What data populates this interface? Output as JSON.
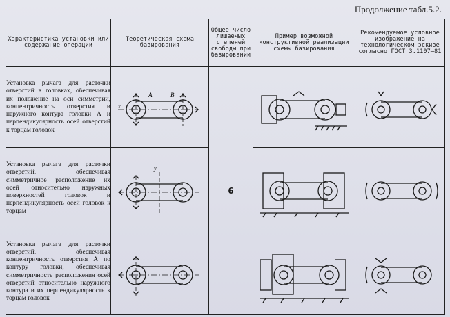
{
  "continuation_label": "Продолжение табл.5.2.",
  "headers": {
    "col1": "Характеристика установки или содержание операции",
    "col2": "Теоретическая схема базирования",
    "col3": "Общее число лишаемых степеней свободы при базировании",
    "col4": "Пример возможной конструктивной реализации схемы базирования",
    "col5": "Рекомендуемое условное изображение на технологическом эскизе согласно ГОСТ 3.1107—81"
  },
  "rows": [
    {
      "description": "Установка рычага для расточки отверстий в головках, обеспечивая их положение на оси симметрии, концентричность отверстия и наружного контура головки А и перпендикулярность осей отверстий к торцам головок",
      "labels": {
        "a": "A",
        "b": "B",
        "x": "x"
      }
    },
    {
      "description": "Установка рычага для расточки отверстий, обеспечивая симметричное расположение их осей относительно наружных поверхностей головок и перпендикулярность осей головок к торцам",
      "labels": {
        "y": "y"
      }
    },
    {
      "description": "Установка рычага для расточки отверстий, обеспечивая концентричность отверстия А по контуру головки, обеспечивая симметричность расположения осей отверстий относительно наружного контура и их перпендикулярность к торцам головок",
      "labels": {}
    }
  ],
  "dof_value": "6"
}
